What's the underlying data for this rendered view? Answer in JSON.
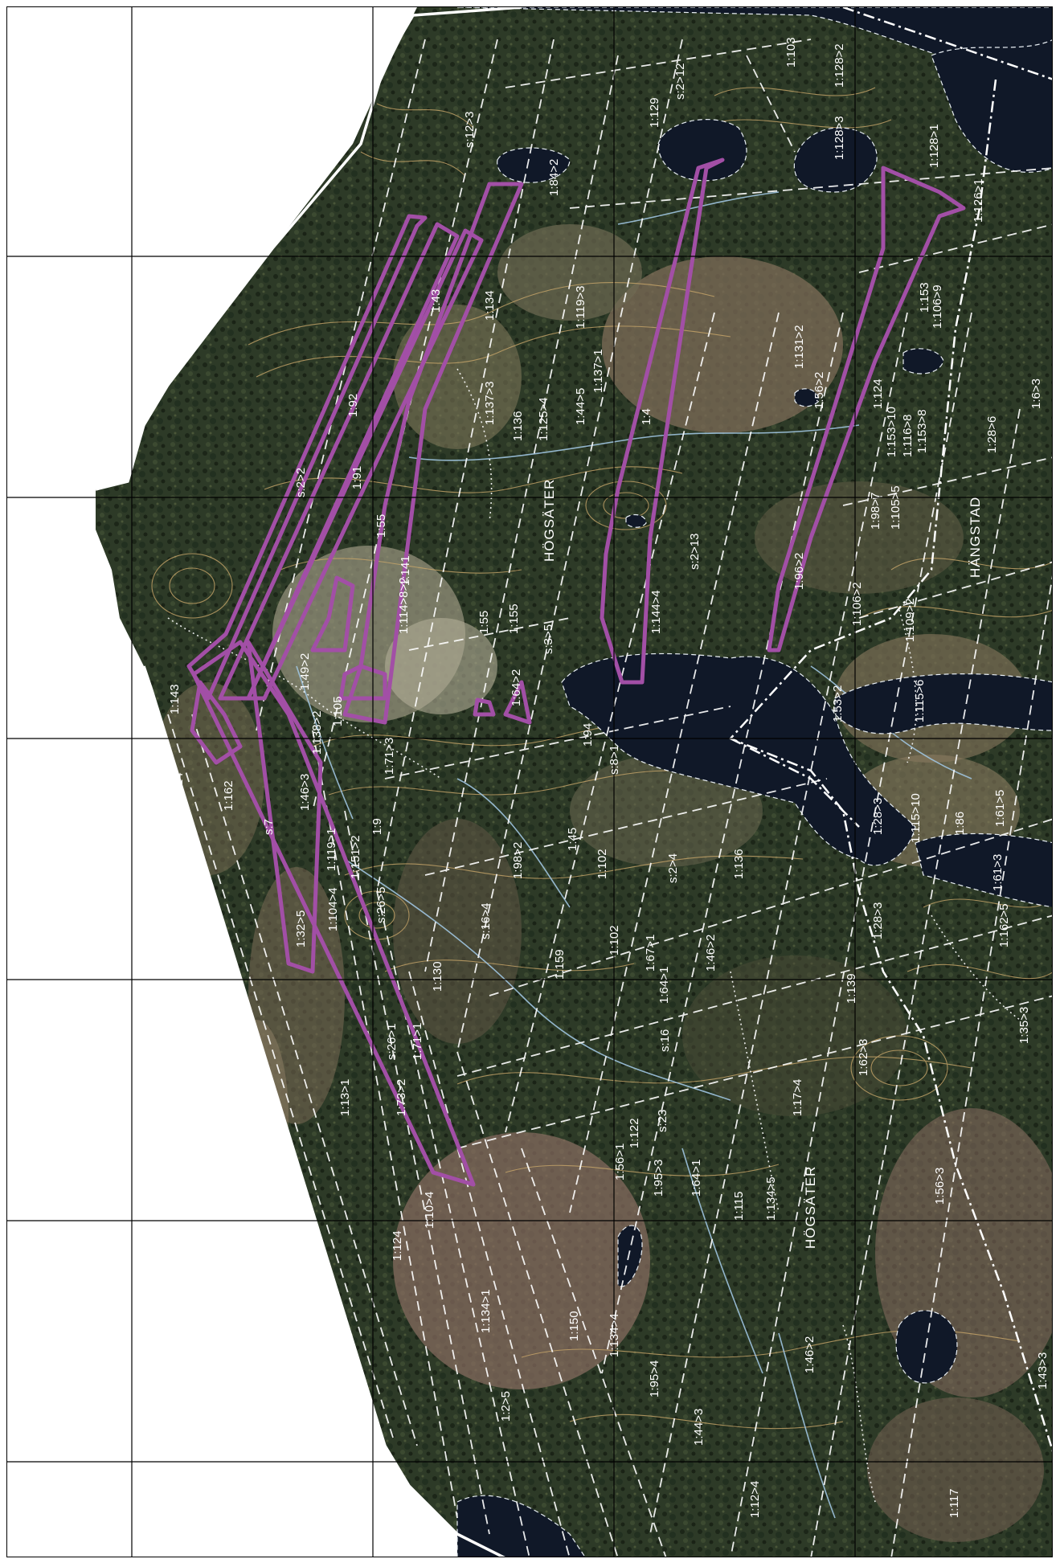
{
  "map": {
    "colors": {
      "frame": "#000000",
      "grid": "#000000",
      "boundary_white": "#ffffff",
      "parcel_purple": "#a24fa6",
      "forest_dark": "#23301f",
      "forest_mid": "#3b4a30",
      "clearing": "#7a6e55",
      "bog": "#8a6a60",
      "water": "#101828",
      "contour": "#c8a66a",
      "stream": "#9fc4e0",
      "paper": "#ffffff"
    },
    "place_names": [
      "HÖGSÄTER",
      "HÖGSÄTER",
      "HÄNGSTAD"
    ],
    "labels": [
      "1:103",
      "1:128>2",
      "s:2>12",
      "1:129",
      "1:128>3",
      "1:128>1",
      "s:12>3",
      "1:84>2",
      "1:126>1",
      "1:134",
      "1:43",
      "1:119>3",
      "1:131>2",
      "1:153",
      "1:106>9",
      "1:6>3",
      "s:2>2",
      "1:92",
      "1:137>3",
      "1:136",
      "1:125>4",
      "1:44>5",
      "1:137>1",
      "1:4",
      "1:56>2",
      "1:124",
      "1:153>10",
      "1:116>8",
      "1:153>8",
      "1:28>6",
      "1:91",
      "1:55",
      "1:55",
      "1:141",
      "1:96>2",
      "1:98>7",
      "1:106>2",
      "1:105>5",
      "1:109>2",
      "1:114>8>2",
      "1:155",
      "s:3>5",
      "1:144>4",
      "s:2>13",
      "1:143",
      "1:64>2",
      "1:53>2",
      "1:115>6",
      "1:94",
      "1:105",
      "1:138>2",
      "1:49>2",
      "1:124",
      "1:46>3",
      "1:9",
      "1:71>3",
      "s:8>1",
      "1:162",
      "1:119>1",
      "1:151>2",
      "1:98>2",
      "1:45",
      "1:102",
      "s:2>4",
      "1:136",
      "1:28>3",
      "1:115>10",
      "1:86",
      "1:61>5",
      "1:61>3",
      "1:162>5",
      "1:28>3",
      "s:7",
      "1:32>5",
      "1:104>4",
      "s:26>5",
      "s:16>4",
      "1:102",
      "1:46>2",
      "1:67>1",
      "1:64>1",
      "1:159",
      "s:16",
      "1:139",
      "1:35>3",
      "1:130",
      "s:26>1",
      "1:71>1",
      "1:73>2",
      "1:13>1",
      "1:122",
      "s:23",
      "1:17>4",
      "1:62>3",
      "1:124",
      "1:10>4",
      "1:134>1",
      "1:150",
      "1:56>1",
      "1:95>3",
      "1:64>1",
      "1:115",
      "1:134>5",
      "1:56>3",
      "1:134>4",
      "1:95>4",
      "1:44>3",
      "1:46>2",
      "1:43>3",
      "1:12>4",
      "1:117",
      "1:2>5"
    ]
  }
}
